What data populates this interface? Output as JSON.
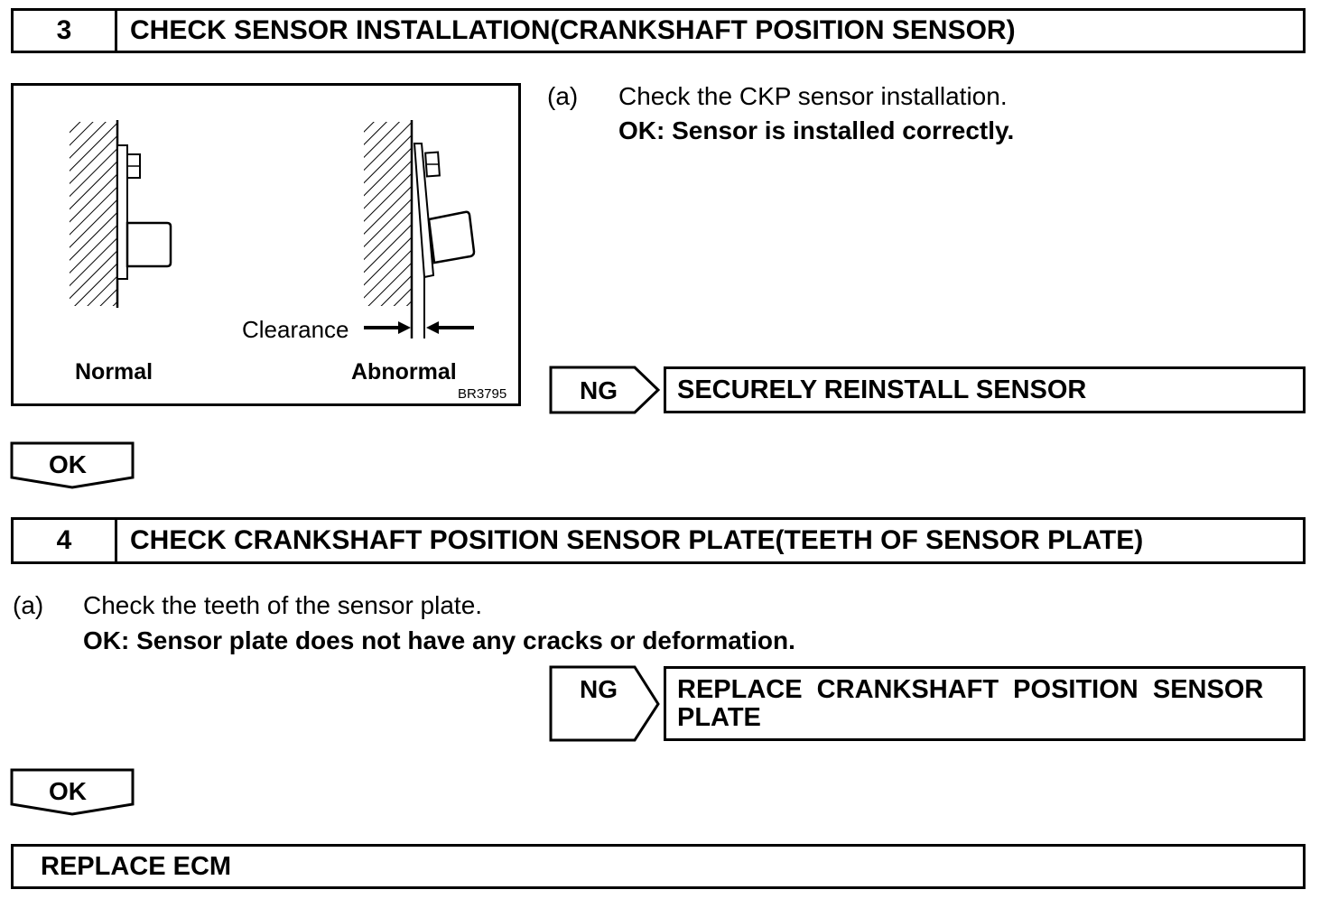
{
  "step3": {
    "number": "3",
    "title": "CHECK SENSOR INSTALLATION(CRANKSHAFT POSITION SENSOR)",
    "item_marker": "(a)",
    "instruction": "Check the CKP sensor installation.",
    "ok_condition": "OK: Sensor is installed correctly.",
    "ng_label": "NG",
    "ng_action": "SECURELY REINSTALL SENSOR",
    "ok_label": "OK"
  },
  "figure": {
    "normal_label": "Normal",
    "abnormal_label": "Abnormal",
    "clearance_label": "Clearance",
    "figure_code": "BR3795"
  },
  "step4": {
    "number": "4",
    "title": "CHECK CRANKSHAFT POSITION SENSOR PLATE(TEETH OF SENSOR PLATE)",
    "item_marker": "(a)",
    "instruction": "Check the teeth of the sensor plate.",
    "ok_condition": "OK: Sensor plate does not have any cracks or deformation.",
    "ng_label": "NG",
    "ng_action_line1": "REPLACE  CRANKSHAFT  POSITION  SENSOR",
    "ng_action_line2": "PLATE",
    "ok_label": "OK"
  },
  "final": {
    "action": "REPLACE ECM"
  }
}
